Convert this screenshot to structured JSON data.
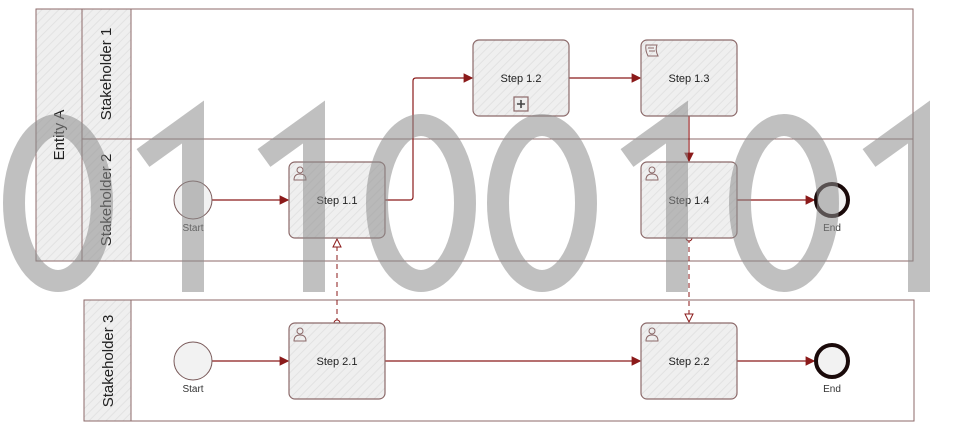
{
  "pools": [
    {
      "title": "Entity A",
      "lanes": [
        "Stakeholder 1",
        "Stakeholder 2"
      ]
    },
    {
      "title": "",
      "lanes": [
        "Stakeholder 3"
      ]
    }
  ],
  "tasks": {
    "s11": "Step 1.1",
    "s12": "Step 1.2",
    "s13": "Step 1.3",
    "s14": "Step 1.4",
    "s21": "Step 2.1",
    "s22": "Step 2.2"
  },
  "events": {
    "start1": "Start",
    "end1": "End",
    "start2": "Start",
    "end2": "End"
  },
  "watermark": "01100101",
  "colors": {
    "flow": "#8b1a1a",
    "border": "#8c6a6a"
  }
}
